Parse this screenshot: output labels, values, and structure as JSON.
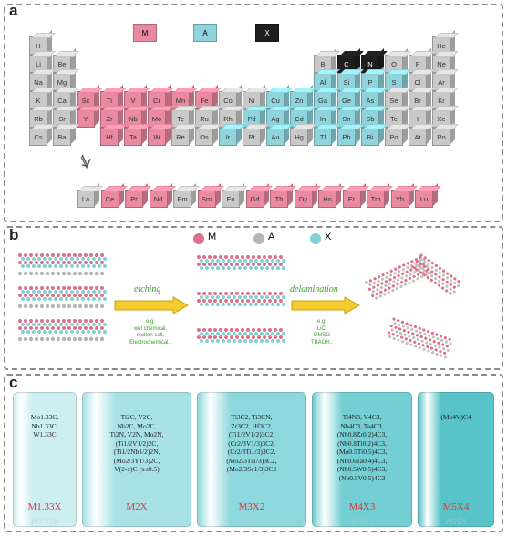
{
  "panels": {
    "a": "a",
    "b": "b",
    "c": "c"
  },
  "legend_a": [
    {
      "key": "M",
      "label": "M",
      "color": "#e98aa0"
    },
    {
      "key": "A",
      "label": "A",
      "color": "#8fd4dc"
    },
    {
      "key": "X",
      "label": "X",
      "color": "#1e1e1e"
    }
  ],
  "periodic_table": [
    {
      "s": "H",
      "r": 0,
      "c": 0,
      "cat": "other"
    },
    {
      "s": "He",
      "r": 0,
      "c": 17,
      "cat": "other"
    },
    {
      "s": "Li",
      "r": 1,
      "c": 0,
      "cat": "other"
    },
    {
      "s": "Be",
      "r": 1,
      "c": 1,
      "cat": "other"
    },
    {
      "s": "B",
      "r": 1,
      "c": 12,
      "cat": "other"
    },
    {
      "s": "C",
      "r": 1,
      "c": 13,
      "cat": "X"
    },
    {
      "s": "N",
      "r": 1,
      "c": 14,
      "cat": "X"
    },
    {
      "s": "O",
      "r": 1,
      "c": 15,
      "cat": "other"
    },
    {
      "s": "F",
      "r": 1,
      "c": 16,
      "cat": "other"
    },
    {
      "s": "Ne",
      "r": 1,
      "c": 17,
      "cat": "other"
    },
    {
      "s": "Na",
      "r": 2,
      "c": 0,
      "cat": "other"
    },
    {
      "s": "Mg",
      "r": 2,
      "c": 1,
      "cat": "other"
    },
    {
      "s": "Al",
      "r": 2,
      "c": 12,
      "cat": "A"
    },
    {
      "s": "Si",
      "r": 2,
      "c": 13,
      "cat": "A"
    },
    {
      "s": "P",
      "r": 2,
      "c": 14,
      "cat": "A"
    },
    {
      "s": "S",
      "r": 2,
      "c": 15,
      "cat": "A"
    },
    {
      "s": "Cl",
      "r": 2,
      "c": 16,
      "cat": "other"
    },
    {
      "s": "Ar",
      "r": 2,
      "c": 17,
      "cat": "other"
    },
    {
      "s": "K",
      "r": 3,
      "c": 0,
      "cat": "other"
    },
    {
      "s": "Ca",
      "r": 3,
      "c": 1,
      "cat": "other"
    },
    {
      "s": "Sc",
      "r": 3,
      "c": 2,
      "cat": "M"
    },
    {
      "s": "Ti",
      "r": 3,
      "c": 3,
      "cat": "M"
    },
    {
      "s": "V",
      "r": 3,
      "c": 4,
      "cat": "M"
    },
    {
      "s": "Cr",
      "r": 3,
      "c": 5,
      "cat": "M"
    },
    {
      "s": "Mn",
      "r": 3,
      "c": 6,
      "cat": "M"
    },
    {
      "s": "Fe",
      "r": 3,
      "c": 7,
      "cat": "M"
    },
    {
      "s": "Co",
      "r": 3,
      "c": 8,
      "cat": "other"
    },
    {
      "s": "Ni",
      "r": 3,
      "c": 9,
      "cat": "other"
    },
    {
      "s": "Cu",
      "r": 3,
      "c": 10,
      "cat": "A"
    },
    {
      "s": "Zn",
      "r": 3,
      "c": 11,
      "cat": "A"
    },
    {
      "s": "Ga",
      "r": 3,
      "c": 12,
      "cat": "A"
    },
    {
      "s": "Ge",
      "r": 3,
      "c": 13,
      "cat": "A"
    },
    {
      "s": "As",
      "r": 3,
      "c": 14,
      "cat": "A"
    },
    {
      "s": "Se",
      "r": 3,
      "c": 15,
      "cat": "other"
    },
    {
      "s": "Br",
      "r": 3,
      "c": 16,
      "cat": "other"
    },
    {
      "s": "Kr",
      "r": 3,
      "c": 17,
      "cat": "other"
    },
    {
      "s": "Rb",
      "r": 4,
      "c": 0,
      "cat": "other"
    },
    {
      "s": "Sr",
      "r": 4,
      "c": 1,
      "cat": "other"
    },
    {
      "s": "Y",
      "r": 4,
      "c": 2,
      "cat": "M"
    },
    {
      "s": "Zr",
      "r": 4,
      "c": 3,
      "cat": "M"
    },
    {
      "s": "Nb",
      "r": 4,
      "c": 4,
      "cat": "M"
    },
    {
      "s": "Mo",
      "r": 4,
      "c": 5,
      "cat": "M"
    },
    {
      "s": "Tc",
      "r": 4,
      "c": 6,
      "cat": "other"
    },
    {
      "s": "Ru",
      "r": 4,
      "c": 7,
      "cat": "other"
    },
    {
      "s": "Rh",
      "r": 4,
      "c": 8,
      "cat": "other"
    },
    {
      "s": "Pd",
      "r": 4,
      "c": 9,
      "cat": "A"
    },
    {
      "s": "Ag",
      "r": 4,
      "c": 10,
      "cat": "A"
    },
    {
      "s": "Cd",
      "r": 4,
      "c": 11,
      "cat": "A"
    },
    {
      "s": "In",
      "r": 4,
      "c": 12,
      "cat": "A"
    },
    {
      "s": "Sn",
      "r": 4,
      "c": 13,
      "cat": "A"
    },
    {
      "s": "Sb",
      "r": 4,
      "c": 14,
      "cat": "A"
    },
    {
      "s": "Te",
      "r": 4,
      "c": 15,
      "cat": "other"
    },
    {
      "s": "I",
      "r": 4,
      "c": 16,
      "cat": "other"
    },
    {
      "s": "Xe",
      "r": 4,
      "c": 17,
      "cat": "other"
    },
    {
      "s": "Cs",
      "r": 5,
      "c": 0,
      "cat": "other"
    },
    {
      "s": "Ba",
      "r": 5,
      "c": 1,
      "cat": "other"
    },
    {
      "s": "Hf",
      "r": 5,
      "c": 3,
      "cat": "M"
    },
    {
      "s": "Ta",
      "r": 5,
      "c": 4,
      "cat": "M"
    },
    {
      "s": "W",
      "r": 5,
      "c": 5,
      "cat": "M"
    },
    {
      "s": "Re",
      "r": 5,
      "c": 6,
      "cat": "other"
    },
    {
      "s": "Os",
      "r": 5,
      "c": 7,
      "cat": "other"
    },
    {
      "s": "Ir",
      "r": 5,
      "c": 8,
      "cat": "A"
    },
    {
      "s": "Pt",
      "r": 5,
      "c": 9,
      "cat": "other"
    },
    {
      "s": "Au",
      "r": 5,
      "c": 10,
      "cat": "A"
    },
    {
      "s": "Hg",
      "r": 5,
      "c": 11,
      "cat": "other"
    },
    {
      "s": "Tl",
      "r": 5,
      "c": 12,
      "cat": "A"
    },
    {
      "s": "Pb",
      "r": 5,
      "c": 13,
      "cat": "A"
    },
    {
      "s": "Bi",
      "r": 5,
      "c": 14,
      "cat": "A"
    },
    {
      "s": "Po",
      "r": 5,
      "c": 15,
      "cat": "other"
    },
    {
      "s": "At",
      "r": 5,
      "c": 16,
      "cat": "other"
    },
    {
      "s": "Rn",
      "r": 5,
      "c": 17,
      "cat": "other"
    }
  ],
  "lanthanides": [
    {
      "s": "La",
      "cat": "other"
    },
    {
      "s": "Ce",
      "cat": "M"
    },
    {
      "s": "Pr",
      "cat": "M"
    },
    {
      "s": "Nd",
      "cat": "M"
    },
    {
      "s": "Pm",
      "cat": "other"
    },
    {
      "s": "Sm",
      "cat": "M"
    },
    {
      "s": "Eu",
      "cat": "other"
    },
    {
      "s": "Gd",
      "cat": "M"
    },
    {
      "s": "Tb",
      "cat": "M"
    },
    {
      "s": "Dy",
      "cat": "M"
    },
    {
      "s": "Ho",
      "cat": "M"
    },
    {
      "s": "Er",
      "cat": "M"
    },
    {
      "s": "Tm",
      "cat": "M"
    },
    {
      "s": "Yb",
      "cat": "M"
    },
    {
      "s": "Lu",
      "cat": "M"
    }
  ],
  "legend_b": [
    {
      "label": "M",
      "color": "#e0708a"
    },
    {
      "label": "A",
      "color": "#b5b5b5"
    },
    {
      "label": "X",
      "color": "#7fd1d6"
    }
  ],
  "step1": {
    "title": "etching",
    "eg": [
      "e.g.",
      "wet chemical,",
      "molten salt,",
      "Electrochemical.."
    ]
  },
  "step2": {
    "title": "delamination",
    "eg": [
      "e.g.",
      "LiCl",
      "DMSO",
      "TBAOH.."
    ]
  },
  "blocks": [
    {
      "formulas": [
        "Mo1.33C,",
        "Nb1.33C,",
        "W1.33C"
      ],
      "label": "M1.33X",
      "color": "#cdeff1"
    },
    {
      "formulas": [
        "Ti2C, V2C,",
        "Nb2C, Mo2C,",
        "Ti2N, V2N, Mo2N,",
        "(Ti1/2V1/2)2C,",
        "(Ti1/2Nb1/2)2N,",
        "(Mo2/3Y1/3)2C,",
        "V(2-x)C (x≤0.5)"
      ],
      "label": "M2X",
      "color": "#a8e2e6"
    },
    {
      "formulas": [
        "Ti3C2, Ti3CN,",
        "Zr3C2, Hf3C2,",
        "(Ti1/2V1/2)3C2,",
        "(Cr2/3V1/3)3C2,",
        "(Cr2/3Ti1/3)3C2,",
        "(Mo2/3Ti1/3)3C2,",
        "(Mo2/3Sc1/3)3C2"
      ],
      "label": "M3X2",
      "color": "#8dd8dd"
    },
    {
      "formulas": [
        "Ti4N3, V4C3,",
        "Nb4C3, Ta4C3,",
        "(Nb0.8Zr0.2)4C3,",
        "(Nb0.8Ti0.2)4C3,",
        "(Mo0.5Ti0.5)4C3,",
        "(Nb0.6Ta0.4)4C3,",
        "(Nb0.5W0.5)4C3,",
        "(Nb0.5V0.5)4C3"
      ],
      "label": "M4X3",
      "color": "#73cfd3"
    },
    {
      "formulas": [
        "(Mo4V)C4"
      ],
      "label": "M5X4",
      "color": "#58c3c8"
    }
  ]
}
